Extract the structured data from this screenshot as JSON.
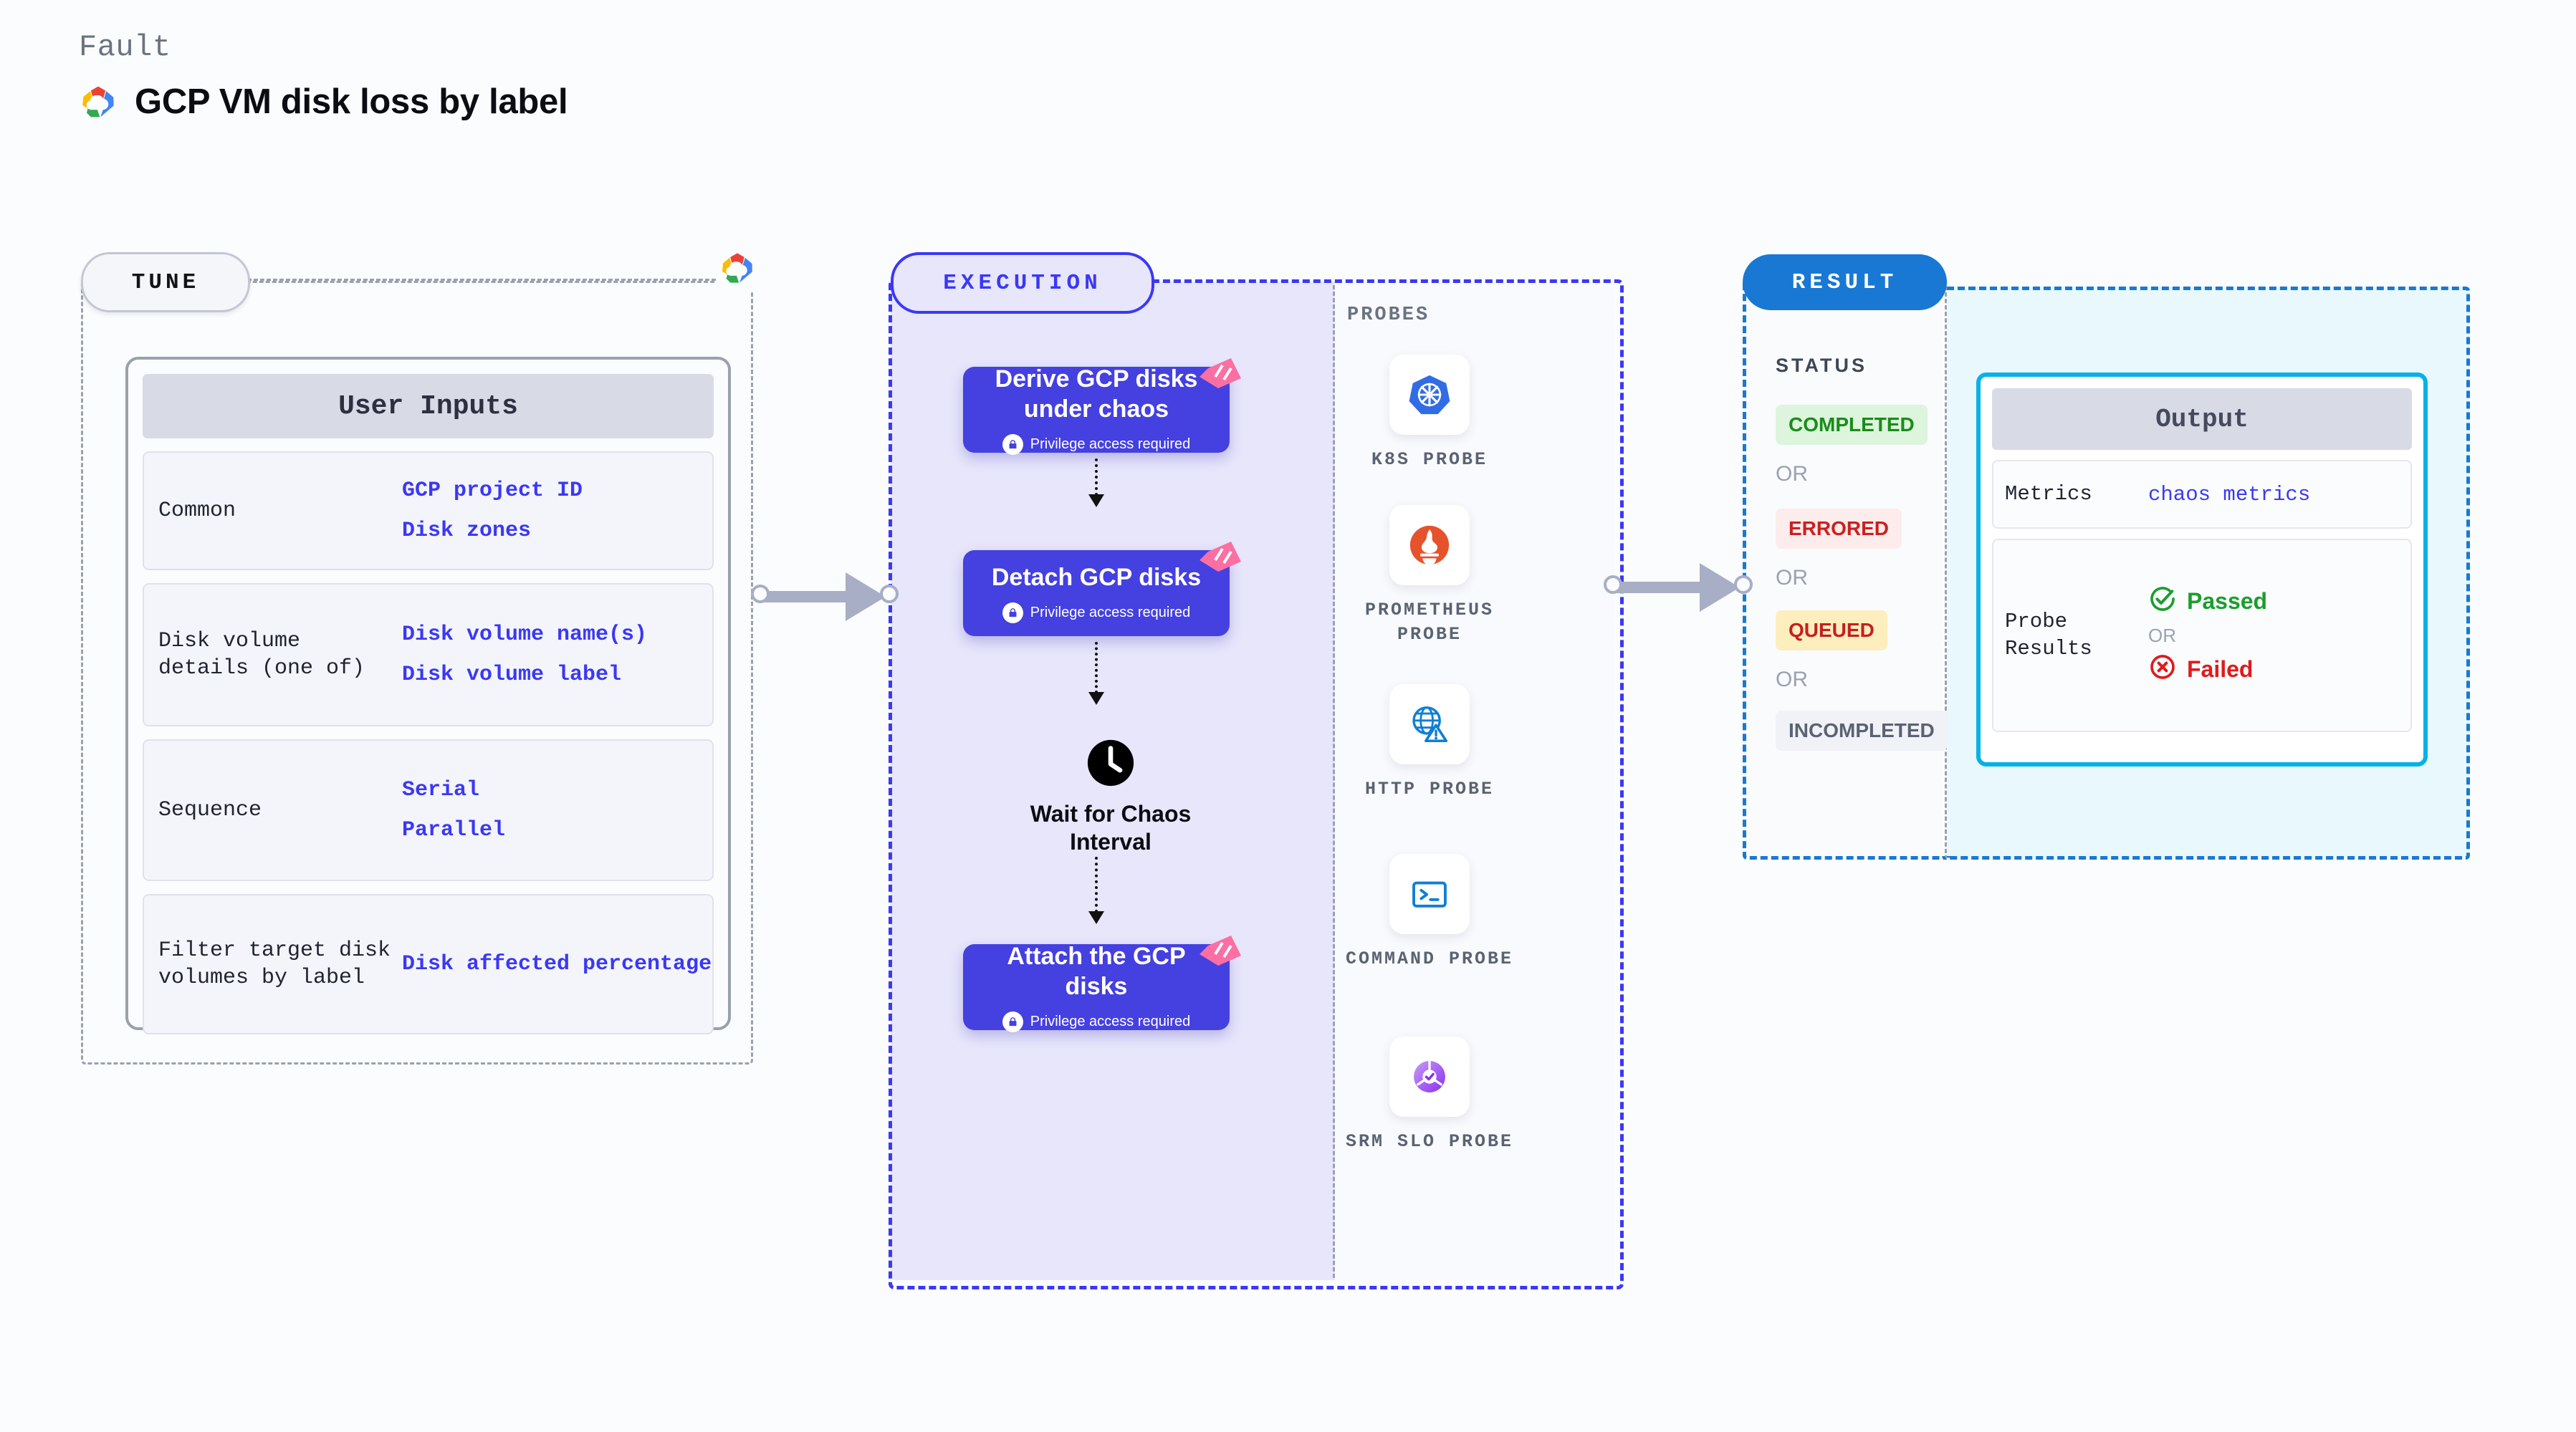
{
  "header": {
    "eyebrow": "Fault",
    "title": "GCP VM disk loss by label",
    "logo_icon": "gcp-logo-icon"
  },
  "tune": {
    "badge": "TUNE",
    "logo_icon": "gcp-logo-icon",
    "card_title": "User Inputs",
    "rows": [
      {
        "key": "Common",
        "values": [
          "GCP project ID",
          "Disk zones"
        ]
      },
      {
        "key": "Disk volume details (one of)",
        "values": [
          "Disk volume name(s)",
          "Disk volume label"
        ]
      },
      {
        "key": "Sequence",
        "values": [
          "Serial",
          "Parallel"
        ]
      },
      {
        "key": "Filter target disk volumes by label",
        "values": [
          "Disk affected percentage"
        ]
      }
    ]
  },
  "execution": {
    "badge": "EXECUTION",
    "privilege_note": "Privilege access required",
    "steps": [
      {
        "title": "Derive GCP disks under chaos",
        "privilege": true,
        "ribbon_icon": "chaos-ribbon-icon"
      },
      {
        "title": "Detach GCP disks",
        "privilege": true,
        "ribbon_icon": "chaos-ribbon-icon"
      },
      {
        "title": "Attach the GCP disks",
        "privilege": true,
        "ribbon_icon": "chaos-ribbon-icon"
      }
    ],
    "wait_node": {
      "label": "Wait for Chaos Interval",
      "icon": "clock-icon"
    }
  },
  "probes": {
    "label": "PROBES",
    "items": [
      {
        "label": "K8S PROBE",
        "icon": "kubernetes-icon"
      },
      {
        "label": "PROMETHEUS PROBE",
        "icon": "prometheus-icon"
      },
      {
        "label": "HTTP PROBE",
        "icon": "globe-warning-icon"
      },
      {
        "label": "COMMAND PROBE",
        "icon": "terminal-icon"
      },
      {
        "label": "SRM SLO PROBE",
        "icon": "srm-slo-icon"
      }
    ]
  },
  "result": {
    "badge": "RESULT",
    "status_title": "STATUS",
    "or_label": "OR",
    "statuses": [
      {
        "label": "COMPLETED",
        "bg": "#dcf5dc",
        "fg": "#1a8c1a"
      },
      {
        "label": "ERRORED",
        "bg": "#fdecec",
        "fg": "#cc1f1f"
      },
      {
        "label": "QUEUED",
        "bg": "#fdeebd",
        "fg": "#c41f1f"
      },
      {
        "label": "INCOMPLETED",
        "bg": "#f1f2f7",
        "fg": "#5b6272"
      }
    ],
    "output": {
      "title": "Output",
      "metrics_key": "Metrics",
      "metrics_value": "chaos metrics",
      "probe_results_key": "Probe Results",
      "passed": "Passed",
      "failed": "Failed",
      "or_label": "OR",
      "passed_icon": "check-circle-icon",
      "failed_icon": "x-circle-icon"
    }
  },
  "colors": {
    "indigo": "#3b38f5",
    "card_indigo": "#4540e0",
    "pink_ribbon": "#fb6fa3",
    "result_blue": "#1878d4",
    "output_cyan": "#06b2e6",
    "connector_gray": "#a8aec6"
  }
}
